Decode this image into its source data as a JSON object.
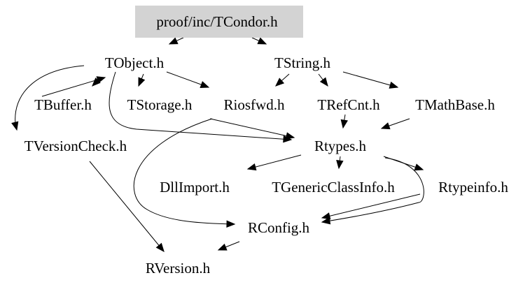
{
  "graph": {
    "root": "proof/inc/TCondor.h",
    "nodes": [
      {
        "id": "tcondor",
        "label": "proof/inc/TCondor.h"
      },
      {
        "id": "tobject",
        "label": "TObject.h"
      },
      {
        "id": "tstring",
        "label": "TString.h"
      },
      {
        "id": "tbuffer",
        "label": "TBuffer.h"
      },
      {
        "id": "tstorage",
        "label": "TStorage.h"
      },
      {
        "id": "riosfwd",
        "label": "Riosfwd.h"
      },
      {
        "id": "trefcnt",
        "label": "TRefCnt.h"
      },
      {
        "id": "tmathbase",
        "label": "TMathBase.h"
      },
      {
        "id": "tversioncheck",
        "label": "TVersionCheck.h"
      },
      {
        "id": "rtypes",
        "label": "Rtypes.h"
      },
      {
        "id": "dllimport",
        "label": "DllImport.h"
      },
      {
        "id": "tgenericclassinfo",
        "label": "TGenericClassInfo.h"
      },
      {
        "id": "rtypeinfo",
        "label": "Rtypeinfo.h"
      },
      {
        "id": "rconfig",
        "label": "RConfig.h"
      },
      {
        "id": "rversion",
        "label": "RVersion.h"
      }
    ],
    "edges": [
      {
        "from": "tcondor",
        "to": "tobject"
      },
      {
        "from": "tcondor",
        "to": "tstring"
      },
      {
        "from": "tobject",
        "to": "tbuffer"
      },
      {
        "from": "tobject",
        "to": "tstorage"
      },
      {
        "from": "tobject",
        "to": "riosfwd"
      },
      {
        "from": "tobject",
        "to": "tversioncheck"
      },
      {
        "from": "tobject",
        "to": "rtypes"
      },
      {
        "from": "tbuffer",
        "to": "tobject"
      },
      {
        "from": "tstring",
        "to": "riosfwd"
      },
      {
        "from": "tstring",
        "to": "trefcnt"
      },
      {
        "from": "tstring",
        "to": "tmathbase"
      },
      {
        "from": "trefcnt",
        "to": "rtypes"
      },
      {
        "from": "tmathbase",
        "to": "rtypes"
      },
      {
        "from": "riosfwd",
        "to": "rtypes"
      },
      {
        "from": "riosfwd",
        "to": "rconfig"
      },
      {
        "from": "rtypes",
        "to": "dllimport"
      },
      {
        "from": "rtypes",
        "to": "tgenericclassinfo"
      },
      {
        "from": "rtypes",
        "to": "rtypeinfo"
      },
      {
        "from": "rtypes",
        "to": "rconfig"
      },
      {
        "from": "rtypeinfo",
        "to": "rconfig"
      },
      {
        "from": "tversioncheck",
        "to": "rversion"
      },
      {
        "from": "rconfig",
        "to": "rversion"
      }
    ]
  }
}
